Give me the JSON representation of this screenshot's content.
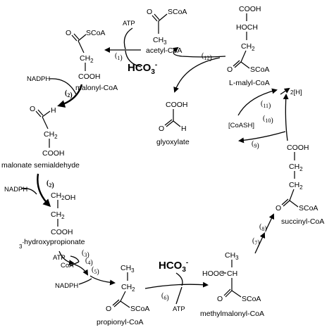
{
  "molecules": {
    "acetyl_coa": {
      "label": "acetyl-CoA",
      "atoms": [
        "O",
        "SCoA",
        "CH3"
      ]
    },
    "malonyl_coa": {
      "label": "malonyl-CoA",
      "atoms": [
        "O",
        "SCoA",
        "CH2",
        "COOH"
      ]
    },
    "malonate_semialdehyde": {
      "label": "malonate semialdehyde",
      "atoms": [
        "O",
        "H",
        "CH2",
        "COOH"
      ]
    },
    "hydroxypropionate": {
      "label": "3-hydroxypropionate",
      "atoms": [
        "CH2OH",
        "CH2",
        "COOH"
      ]
    },
    "propionyl_coa": {
      "label": "propionyl-CoA",
      "atoms": [
        "CH3",
        "CH2",
        "O",
        "SCoA"
      ]
    },
    "methylmalonyl_coa": {
      "label": "methylmalonyl-CoA",
      "atoms": [
        "CH3",
        "HOOC",
        "CH",
        "O",
        "SCoA"
      ]
    },
    "succinyl_coa": {
      "label": "succinyl-CoA",
      "atoms": [
        "COOH",
        "CH2",
        "CH2",
        "O",
        "SCoA"
      ]
    },
    "l_malyl_coa": {
      "label": "L-malyl-CoA",
      "atoms": [
        "COOH",
        "HOCH",
        "CH2",
        "O",
        "SCoA"
      ]
    },
    "glyoxylate": {
      "label": "glyoxylate",
      "atoms": [
        "COOH",
        "O",
        "H"
      ]
    }
  },
  "cofactors": {
    "atp_1": "ATP",
    "hco3_1": "HCO3-",
    "nadph_2": "NADPH",
    "nadph_2b": "NADPH",
    "atp_3": "ATP",
    "coa_3": "CoA",
    "nadph_5": "NADPH",
    "hco3_6": "HCO3-",
    "atp_6": "ATP",
    "coash": "[CoASH]",
    "two_h": "2[H]"
  },
  "steps": [
    "(1)",
    "(2)",
    "(2)",
    "(3)",
    "(4)",
    "(5)",
    "(6)",
    "(7)",
    "(8)",
    "(9)",
    "(10)",
    "(11)",
    "(12)"
  ]
}
